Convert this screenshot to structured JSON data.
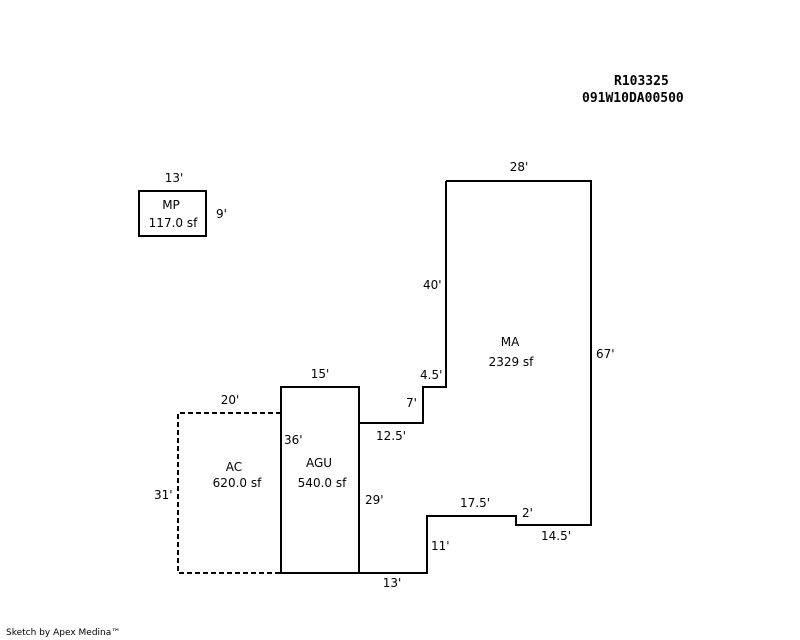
{
  "header": {
    "account": "R103325",
    "parcel": "091W10DA00500"
  },
  "areas": {
    "mp": {
      "code": "MP",
      "area": "117.0 sf"
    },
    "ma": {
      "code": "MA",
      "area": "2329 sf"
    },
    "agu": {
      "code": "AGU",
      "area": "540.0 sf"
    },
    "ac": {
      "code": "AC",
      "area": "620.0 sf"
    }
  },
  "dimensions": {
    "mp_top": "13'",
    "mp_right": "9'",
    "ma_top": "28'",
    "ma_left": "40'",
    "ma_right": "67'",
    "ma_step": "4.5'",
    "ma_notch": "7'",
    "ma_lower": "12.5'",
    "agu_top": "15'",
    "agu_left": "36'",
    "agu_right": "29'",
    "ac_top": "20'",
    "ac_left": "31'",
    "bottom_step": "11'",
    "bottom": "13'",
    "lower_run": "17.5'",
    "lower_step": "2'",
    "lower_right": "14.5'"
  },
  "credit": "Sketch by Apex Medina™"
}
